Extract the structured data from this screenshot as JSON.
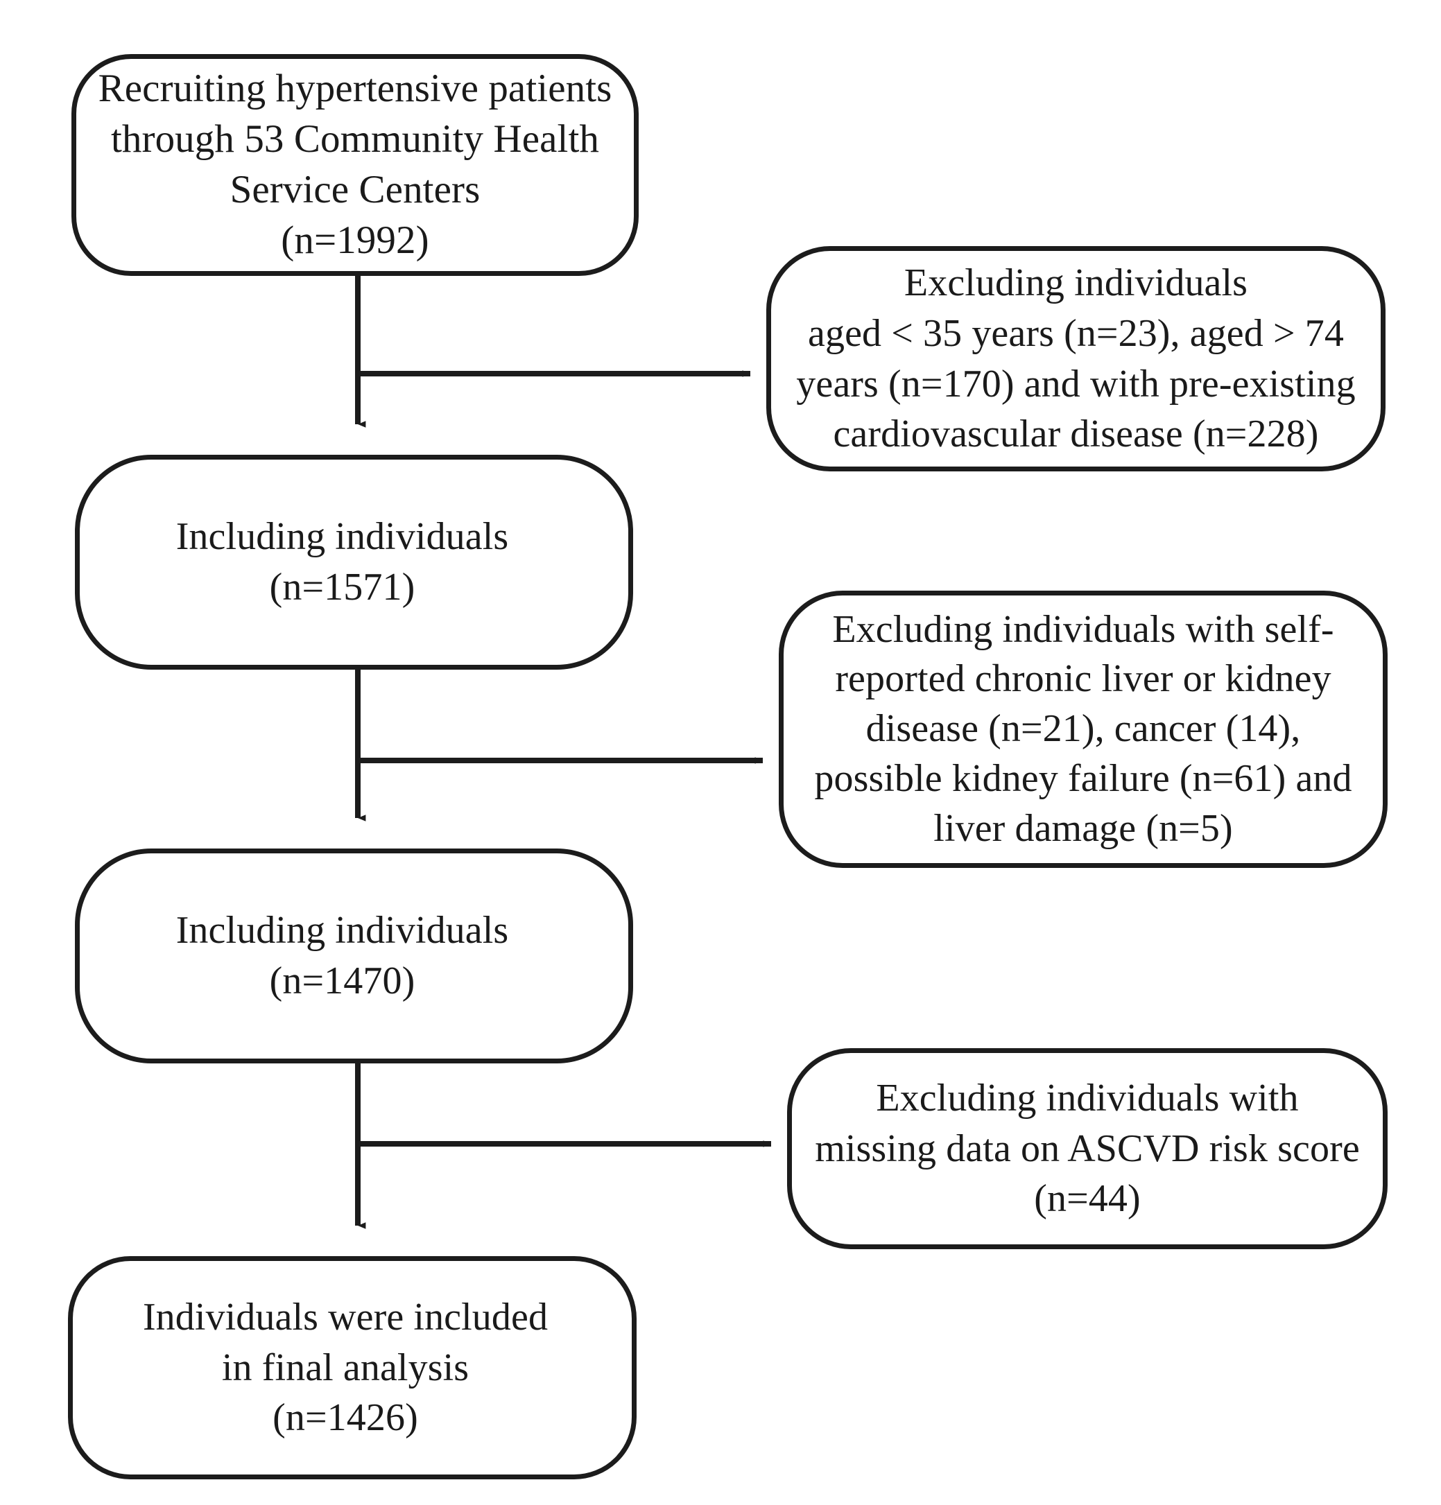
{
  "figure": {
    "type": "flowchart",
    "title": "Study participant selection flow diagram",
    "stroke_color": "#1c1c1c",
    "text_color": "#1a1a1a",
    "background_color": "#ffffff"
  },
  "nodes": {
    "recruit": {
      "id": "recruit",
      "text": "Recruiting hypertensive patients\nthrough 53 Community Health\nService Centers\n(n=1992)",
      "n": 1992
    },
    "include_1571": {
      "id": "include-1571",
      "text": "Including individuals\n(n=1571)",
      "n": 1571
    },
    "include_1470": {
      "id": "include-1470",
      "text": "Including individuals\n(n=1470)",
      "n": 1470
    },
    "final": {
      "id": "final",
      "text": "Individuals were included\nin final analysis\n(n=1426)",
      "n": 1426
    },
    "exclude_age": {
      "id": "exclude-age",
      "text": "Excluding individuals\naged < 35 years (n=23), aged > 74\nyears (n=170) and with pre-existing\ncardiovascular disease (n=228)",
      "counts": {
        "aged_under_35": 23,
        "aged_over_74": 170,
        "pre_existing_cvd": 228
      }
    },
    "exclude_disease": {
      "id": "exclude-disease",
      "text": "Excluding individuals  with self-\nreported  chronic liver or kidney\ndisease (n=21), cancer (14),\npossible kidney failure (n=61) and\nliver damage (n=5)",
      "counts": {
        "chronic_liver_or_kidney_disease": 21,
        "cancer": 14,
        "possible_kidney_failure": 61,
        "liver_damage": 5
      }
    },
    "exclude_ascvd": {
      "id": "exclude-ascvd",
      "text": "Excluding individuals  with\nmissing data on ASCVD risk score\n(n=44)",
      "counts": {
        "missing_ascvd_risk_score": 44
      }
    }
  },
  "edges": [
    {
      "id": "recruit-to-include-1571",
      "from": "recruit",
      "to": "include_1571",
      "direction": "down"
    },
    {
      "id": "recruit-to-exclude-age",
      "from": "recruit",
      "to": "exclude_age",
      "direction": "right"
    },
    {
      "id": "include-1571-to-include-1470",
      "from": "include_1571",
      "to": "include_1470",
      "direction": "down"
    },
    {
      "id": "include-1571-to-exclude-disease",
      "from": "include_1571",
      "to": "exclude_disease",
      "direction": "right"
    },
    {
      "id": "include-1470-to-final",
      "from": "include_1470",
      "to": "final",
      "direction": "down"
    },
    {
      "id": "include-1470-to-exclude-ascvd",
      "from": "include_1470",
      "to": "exclude_ascvd",
      "direction": "right"
    }
  ]
}
